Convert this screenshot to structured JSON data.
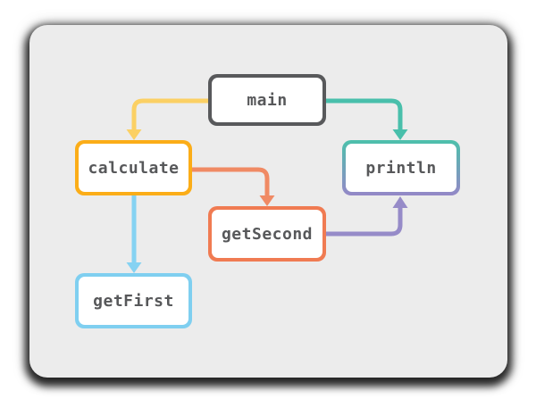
{
  "canvas": {
    "page_background": "#ffffff",
    "card_background": "#ececec",
    "text_color": "#57585a"
  },
  "nodes": {
    "main": {
      "label": "main",
      "border_color": "#58595b"
    },
    "calculate": {
      "label": "calculate",
      "border_color": "#fbad18"
    },
    "println": {
      "label": "println",
      "border_color": [
        "#4cc0ab",
        "#9488c7"
      ]
    },
    "getSecond": {
      "label": "getSecond",
      "border_color": "#f07b52"
    },
    "getFirst": {
      "label": "getFirst",
      "border_color": "#7fcff0"
    }
  },
  "edges": {
    "main_to_calculate": {
      "from": "main",
      "to": "calculate",
      "color": "#fbd064"
    },
    "main_to_println": {
      "from": "main",
      "to": "println",
      "color": "#49bfab"
    },
    "calculate_to_getSecond": {
      "from": "calculate",
      "to": "getSecond",
      "color": "#f08a64"
    },
    "calculate_to_getFirst": {
      "from": "calculate",
      "to": "getFirst",
      "color": "#85d2f2"
    },
    "getSecond_to_println": {
      "from": "getSecond",
      "to": "println",
      "color": "#968bc8"
    }
  }
}
